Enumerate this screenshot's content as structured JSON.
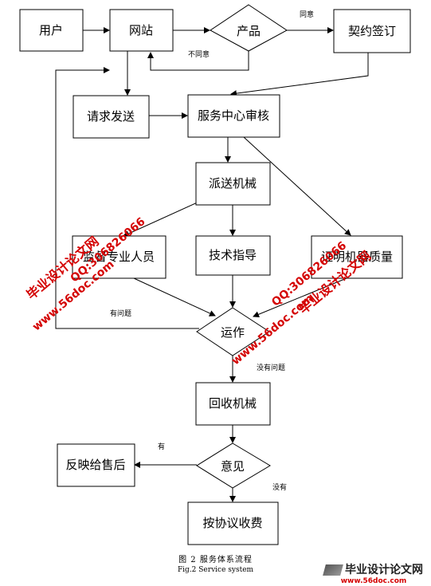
{
  "nodes": {
    "user": "用户",
    "website": "网站",
    "product": "产品",
    "contract": "契约签订",
    "request": "请求发送",
    "review": "服务中心审核",
    "dispatch": "派送机械",
    "supervise": "监督专业人员",
    "guidance": "技术指导",
    "quality": "证明机器质量",
    "operation": "运作",
    "recycle": "回收机械",
    "opinion": "意见",
    "feedback": "反映给售后",
    "charge": "按协议收费"
  },
  "edges": {
    "agree": "同意",
    "disagree": "不同意",
    "has_problem": "有问题",
    "no_problem": "没有问题",
    "yes": "有",
    "no": "没有"
  },
  "caption": {
    "cn": "图 2    服务体系流程",
    "en": "Fig.2     Service system"
  },
  "watermark": {
    "site_cn": "毕业设计论文网",
    "url": "www.56doc.com",
    "qq": "QQ:306826066"
  },
  "logo": {
    "title": "毕业设计论文网",
    "url": "www.56doc.com"
  }
}
